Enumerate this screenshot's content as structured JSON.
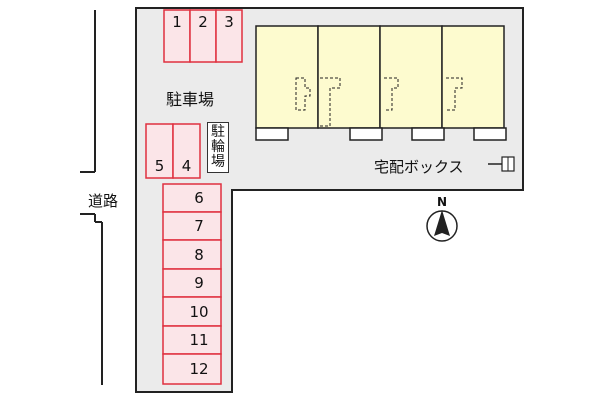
{
  "parking_label": "駐車場",
  "bicycle_parking_label": [
    "駐",
    "輪",
    "場"
  ],
  "road_label": "道路",
  "delivery_box_label": "宅配ボックス",
  "compass_label": "N",
  "parking_spaces": [
    "1",
    "2",
    "3",
    "5",
    "4",
    "6",
    "7",
    "8",
    "9",
    "10",
    "11",
    "12"
  ],
  "colors": {
    "lot_fill": "#ebebeb",
    "building_fill": "#fdfbcf",
    "parking_fill": "#fbe5e8",
    "parking_stroke": "#e0303f",
    "outline": "#222222"
  }
}
